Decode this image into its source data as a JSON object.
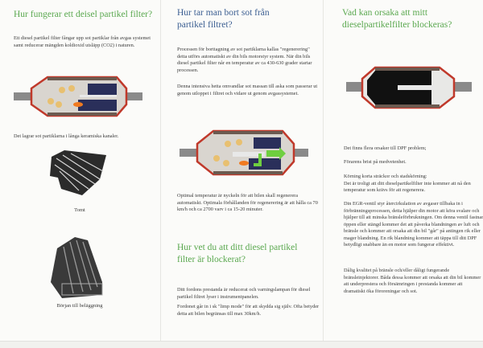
{
  "col1": {
    "heading": "Hur fungerar ett deisel partikel filter?",
    "intro": "Ett diesel partikel filter fångar upp sot partiklar från avgas systemet samt reducerar mängden koldioxid utsläpp (CO2) i naturen.",
    "image1": "dpf-cutaway-illustration-soot-collection",
    "caption1": "Det lagrar sot partiklarna i långa keramiska kanaler.",
    "image2": "ceramic-filter-core-clean",
    "caption2": "Tomt",
    "image3": "ceramic-filter-core-coated",
    "caption3": "Början till beläggning"
  },
  "col2": {
    "heading": "Hur tar man bort sot från partikel filtret?",
    "para1": "Processen för borttagning av sot partiklarna kallas \"regenerering\" detta utförs automatiskt av din bils motorstyr system. När din bils diesel partikel filter når en temperatur av ca 430-630 grader startar processen.",
    "para2": "Denna intensiva hetta omvandlar sot massan till aska som passerar ut genom utloppet i filtret och vidare ut genom avgassystemet.",
    "image1": "dpf-cutaway-illustration-regeneration",
    "para3": "Optimal temperatur är nyckeln för att bilen skall regenerera automatiskt. Optimala förhållanden för regenerering är att hålla ca 70 km/h och ca 2700 varv i ca 15-20 minuter.",
    "heading2": "Hur vet du att ditt diesel partikel filter är blockerat?",
    "para4": "Ditt fordons prestanda är reducerat och varningslampan för diesel partikel filtret lyser i instrumentpanelen.",
    "para5": "Fordonet går in i sk \"limp mode\" för att skydda sig själv. Ofta betyder detta att bilen begränsas till max 30km/h."
  },
  "col3": {
    "heading": "Vad kan orsaka att mitt dieselpartikelfilter blockeras?",
    "image1": "dpf-cutaway-blocked",
    "para1": "Det finns flera orsaker till DPF problem;",
    "para2": "Förarens brist på medvetenhet.",
    "para3a": "Körning korta sträckor och stadskörning:",
    "para3b": "Det är troligt att ditt dieselpartikelfilter inte kommer att nå den temperatur som krävs för att regenerera.",
    "para4": "Din EGR-ventil styr återcirkulation av avgaser tillbaka in i förbränningsprocessen, detta hjälper din motor att köra svalare och hjälper till att minska bränsleförbrukningen. Om denna ventil fastnar öppen eller stängd kommer det att påverka blandningen av luft och bränsle och kommer att orsaka att din bil \"går\" på antingen rik eller mager blandning. En rik blandning kommer att täppa till ditt DPF betydligt snabbare än en motor som fungerar effektivt.",
    "para5": "Dålig kvalitet på bränsle och/eller dåligt fungerande bränsleinjektorer. Båda dessa kommer att orsaka att din bil kommer att underprestera och försämringen i prestanda kommer att dramatiskt öka föroreningar och sot."
  },
  "colors": {
    "heading_green": "#5aa84f",
    "heading_blue": "#3c5f92",
    "filter_shell_red": "#c0392b",
    "paper": "#fbfbf9"
  }
}
